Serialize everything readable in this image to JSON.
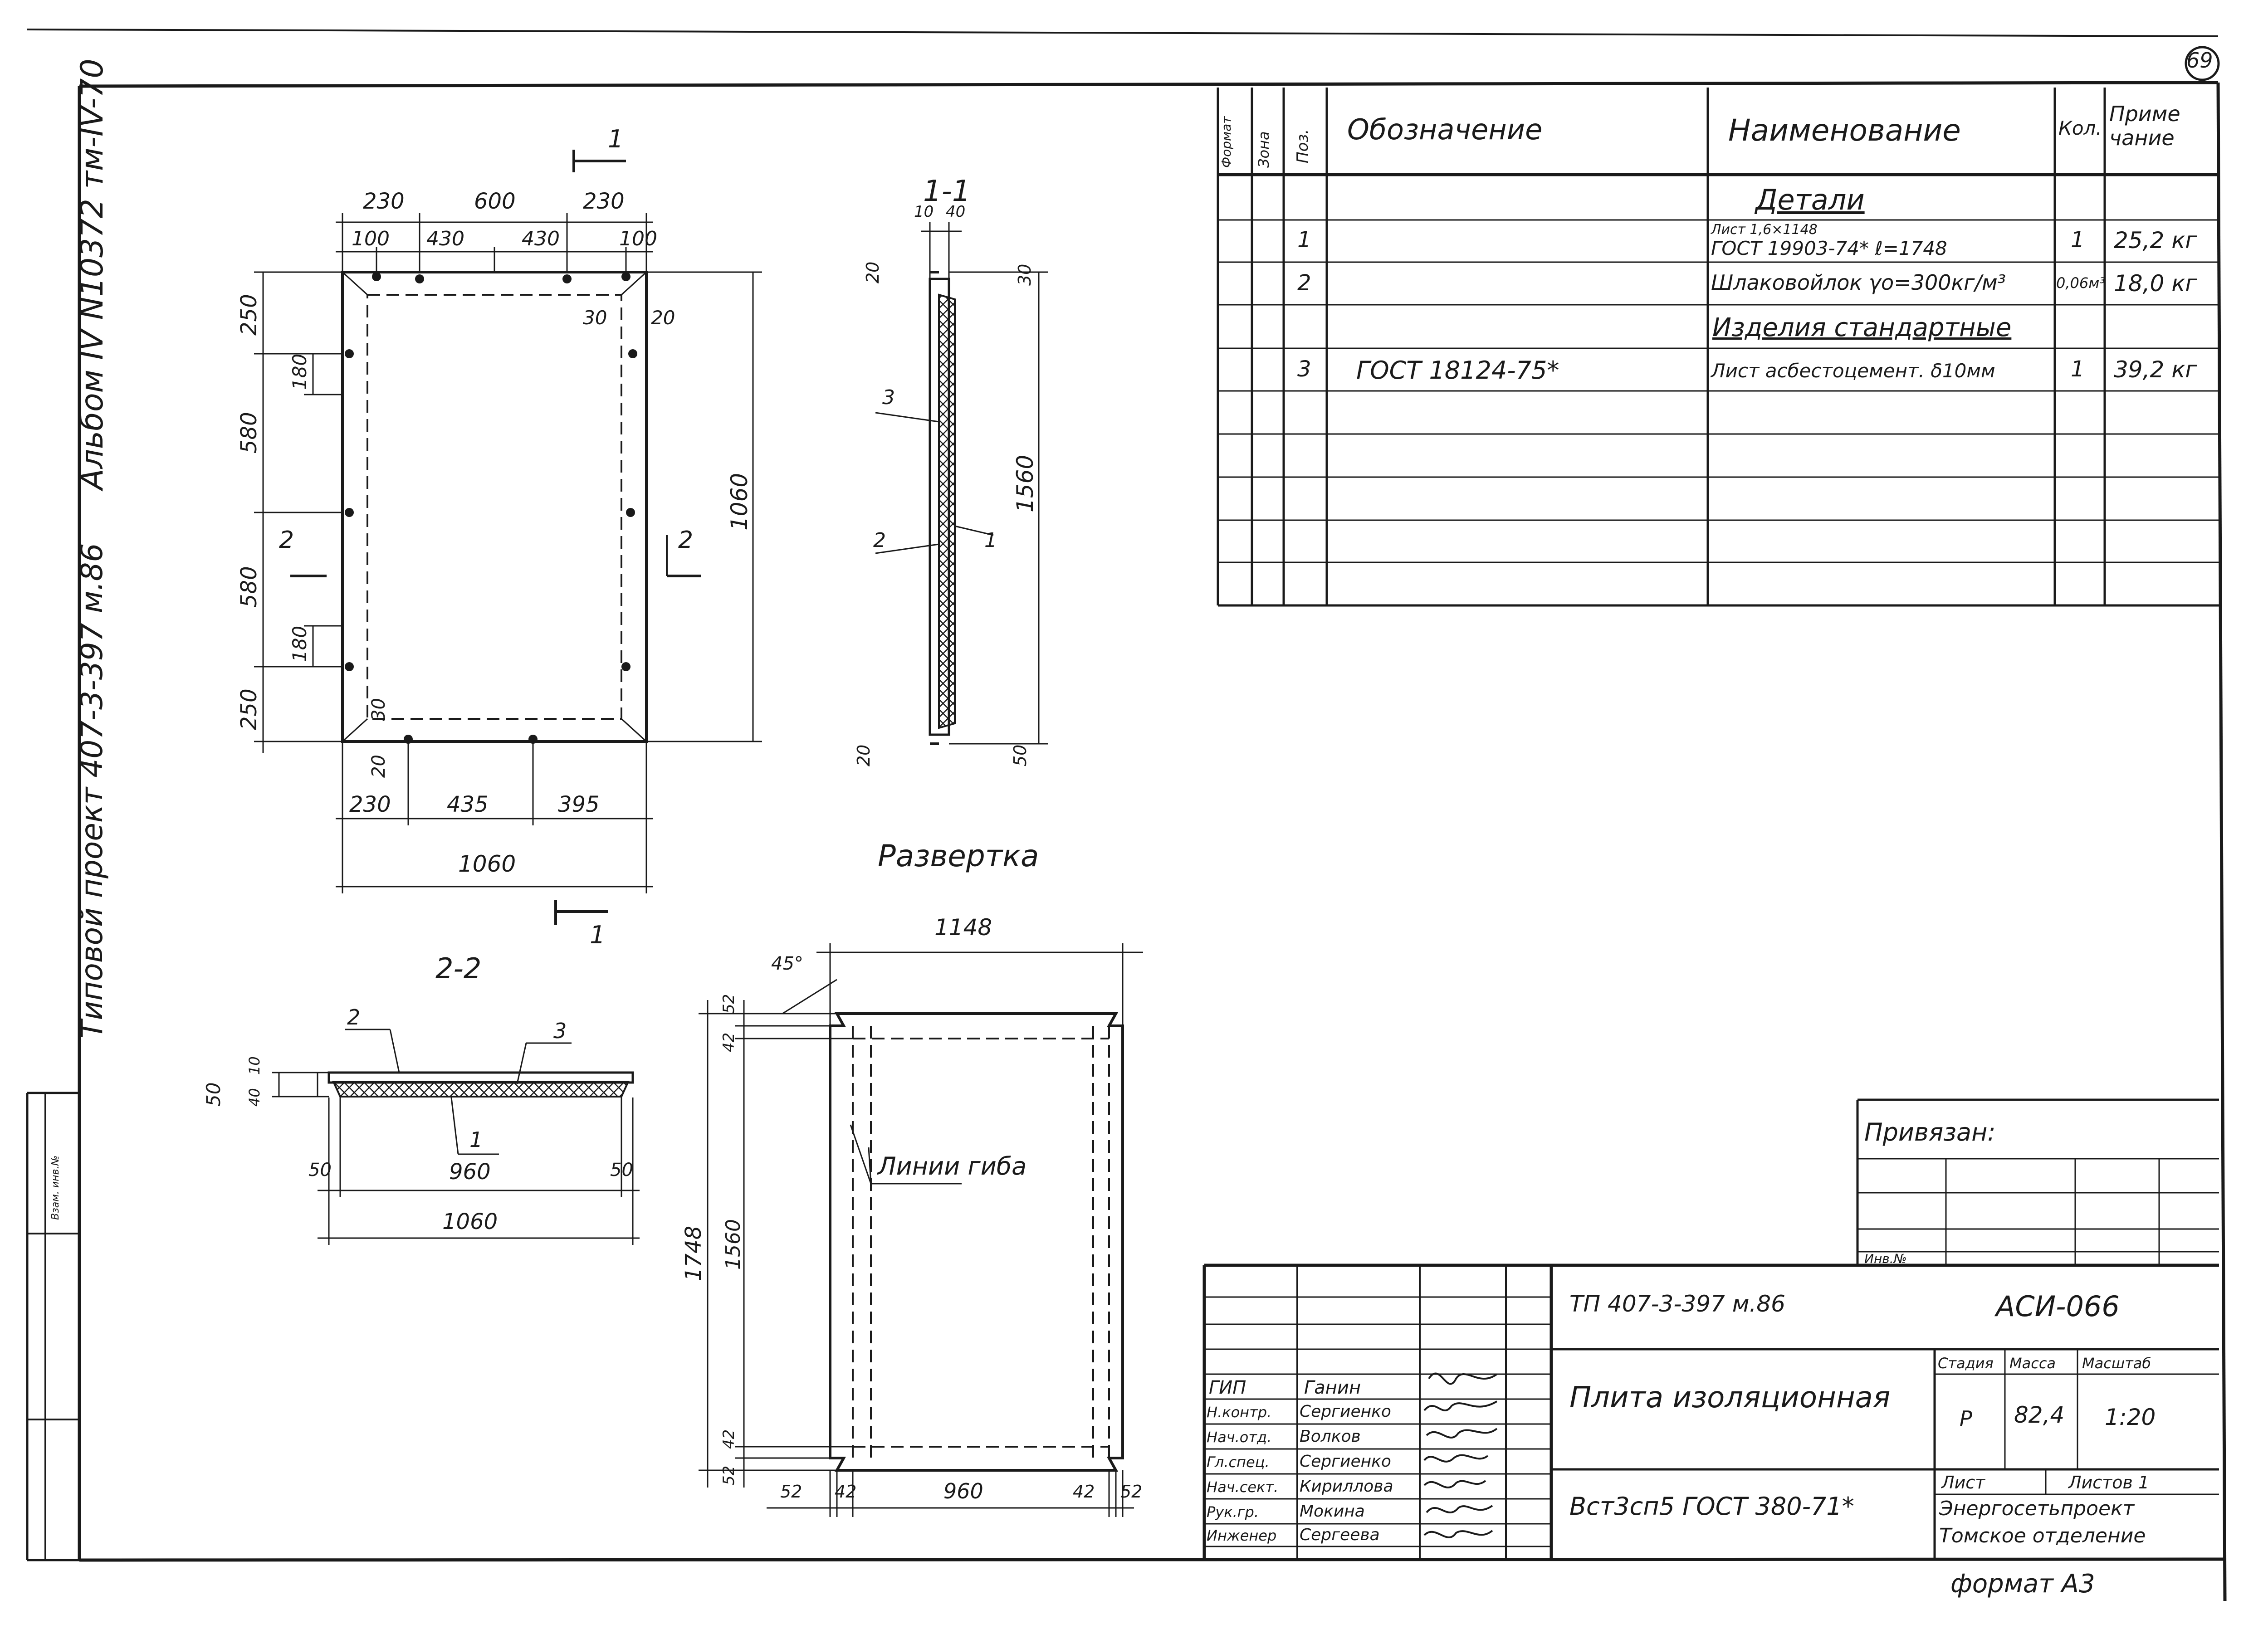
{
  "sheet": {
    "page_number": "69",
    "format_label": "формат А3",
    "side_stamp": {
      "album": "Альбом IV N10372 тм-IV-70",
      "project": "Типовой  проект 407-3-397 м.86"
    },
    "side_box_label": "Взам. инв.№"
  },
  "spec_table": {
    "headers": {
      "format": "Формат",
      "zone": "Зона",
      "pos": "Поз.",
      "designation": "Обозначение",
      "name": "Наименование",
      "qty": "Кол.",
      "note": "Приме чание"
    },
    "sections": {
      "details": "Детали",
      "standard": "Изделия стандартные"
    },
    "rows": [
      {
        "pos": "1",
        "designation": "",
        "name_line1": "Лист 1,6×1148",
        "name_line2": "ГОСТ 19903-74*  ℓ=1748",
        "qty": "1",
        "note": "25,2 кг"
      },
      {
        "pos": "2",
        "designation": "",
        "name_line1": "Шлаковойлок γo=300кг/м³",
        "name_line2": "",
        "qty": "0,06м³",
        "note": "18,0 кг"
      },
      {
        "pos": "3",
        "designation": "ГОСТ 18124-75*",
        "name_line1": "Лист асбестоцемент. δ10мм",
        "name_line2": "",
        "qty": "1",
        "note": "39,2 кг"
      }
    ]
  },
  "drawings": {
    "plan": {
      "top_dims": [
        "230",
        "600",
        "230"
      ],
      "top_sub_dims": [
        "100",
        "430",
        "430",
        "100"
      ],
      "left_dims": [
        "250",
        "580",
        "580",
        "250"
      ],
      "left_sub_dims": [
        "180",
        "180"
      ],
      "right_dim": "1060",
      "corner_dims": [
        "30",
        "20",
        "30",
        "20"
      ],
      "bottom_dims": [
        "230",
        "435",
        "395"
      ],
      "bottom_total": "1060",
      "cut_marks": [
        "1",
        "1",
        "2",
        "2"
      ]
    },
    "section_1_1": {
      "title": "1-1",
      "dims": [
        "10",
        "40",
        "20",
        "30",
        "1560",
        "20",
        "50"
      ],
      "leaders": [
        "3",
        "2",
        "1"
      ]
    },
    "section_2_2": {
      "title": "2-2",
      "dims": [
        "50",
        "10",
        "40",
        "50",
        "960",
        "50",
        "1060"
      ],
      "leaders": [
        "2",
        "3",
        "1"
      ]
    },
    "development": {
      "title": "Развертка",
      "angle": "45°",
      "top_dim": "1148",
      "left_dims": [
        "52",
        "42",
        "1560",
        "42",
        "52"
      ],
      "left_total": "1748",
      "bottom_dims": [
        "52",
        "42",
        "960",
        "42",
        "52"
      ],
      "bend_label": "Линии гиба"
    }
  },
  "binding_box": {
    "label": "Привязан:",
    "inv_label": "Инв.№"
  },
  "title_block": {
    "doc_code": "ТП 407-3-397 м.86",
    "sheet_code": "АСИ-066",
    "title": "Плита изоляционная",
    "material": "Вст3сп5 ГОСТ 380-71*",
    "stage_label": "Стадия",
    "mass_label": "Масса",
    "scale_label": "Масштаб",
    "stage": "Р",
    "mass": "82,4",
    "scale": "1:20",
    "sheet_label": "Лист",
    "sheets_label": "Листов 1",
    "org_line1": "Энергосетьпроект",
    "org_line2": "Томское отделение",
    "people": [
      {
        "role": "ГИП",
        "name": "Ганин"
      },
      {
        "role": "Н.контр.",
        "name": "Сергиенко"
      },
      {
        "role": "Нач.отд.",
        "name": "Волков"
      },
      {
        "role": "Гл.спец.",
        "name": "Сергиенко"
      },
      {
        "role": "Нач.сект.",
        "name": "Кириллова"
      },
      {
        "role": "Рук.гр.",
        "name": "Мокина"
      },
      {
        "role": "Инженер",
        "name": "Сергеева"
      }
    ]
  }
}
